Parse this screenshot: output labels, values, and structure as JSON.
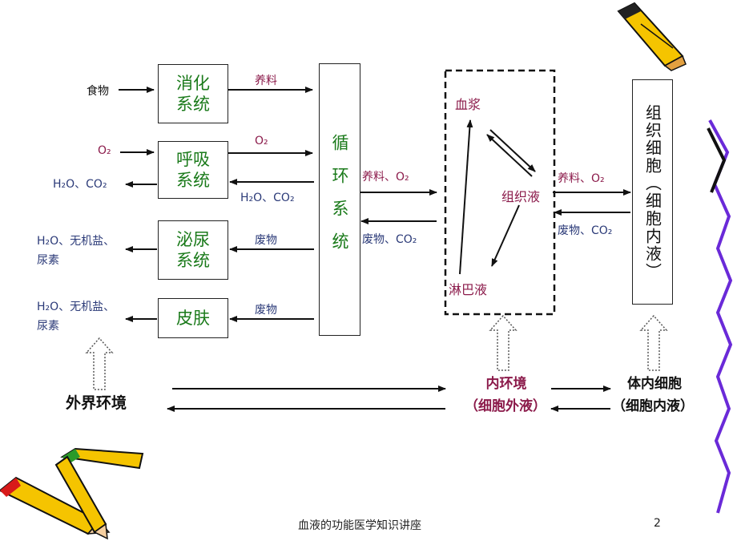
{
  "diagram": {
    "inputs": {
      "food": "食物",
      "o2_in": "O₂",
      "resp_out": "H₂O、CO₂",
      "urinary_out_1": "H₂O、无机盐、",
      "urinary_out_2": "尿素",
      "skin_out_1": "H₂O、无机盐、",
      "skin_out_2": "尿素"
    },
    "organ_systems": {
      "digestive": [
        "消化",
        "系统"
      ],
      "respiratory": [
        "呼吸",
        "系统"
      ],
      "urinary": [
        "泌尿",
        "系统"
      ],
      "skin": [
        "皮肤"
      ]
    },
    "system_arrow_labels": {
      "nutrients": "养料",
      "o2": "O₂",
      "h2o_co2": "H₂O、CO₂",
      "waste_1": "废物",
      "waste_2": "废物"
    },
    "circulatory": "循环系统",
    "circ_labels": {
      "to_env": "养料、O₂",
      "from_env": "废物、CO₂"
    },
    "internal_env": {
      "plasma": "血浆",
      "tissue_fluid": "组织液",
      "lymph": "淋巴液"
    },
    "cell_labels": {
      "to_cell": "养料、O₂",
      "from_cell": "废物、CO₂"
    },
    "tissue_cell": "组织细胞（细胞内液）",
    "bottom": {
      "external": "外界环境",
      "internal_line1": "内环境",
      "internal_line2": "（细胞外液）",
      "cell_line1": "体内细胞",
      "cell_line2": "（细胞内液）"
    }
  },
  "footer": {
    "caption": "血液的功能医学知识讲座",
    "page_number": "2"
  }
}
